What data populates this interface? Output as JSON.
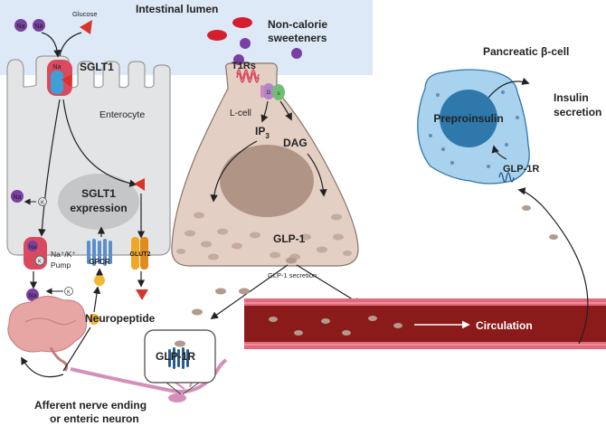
{
  "labels": {
    "lumen": "Intestinal lumen",
    "na": "Na",
    "glucose": "Glucose",
    "sglt1": "SGLT1",
    "sweet1": "Non-calorie",
    "sweet2": "sweeteners",
    "t1rs": "T1Rs",
    "lcell": "L-cell",
    "ip": "IP",
    "ip_sub": "3",
    "dag": "DAG",
    "enterocyte": "Enterocyte",
    "expr1": "SGLT1",
    "expr2": "expression",
    "glp1": "GLP-1",
    "secretion": "GLP-1 secretion",
    "pump1": "Na⁺/K⁺",
    "pump2": "Pump",
    "k": "K",
    "gpcr": "GPCR",
    "glut2": "GLUT2",
    "neuropeptide": "Neuropeptide",
    "circulation": "Circulation",
    "glp1r": "GLP-1R",
    "afferent1": "Afferent nerve ending",
    "afferent2": "or enteric neuron",
    "pancreas": "Pancreatic β-cell",
    "preproinsulin": "Preproinsulin",
    "insulin1": "Insulin",
    "insulin2": "secretion",
    "g_letter": "G",
    "s_letter": "s"
  },
  "colors": {
    "lumen_bg": "#dde9f7",
    "enterocyte": "#e3e4e5",
    "lcell": "#e4cfc4",
    "nucleus": "#b09587",
    "sodium": "#7a3fa2",
    "glucose": "#d8342c",
    "sweetener_red": "#d51f2f",
    "receptor": "#d94a5e",
    "beta_cell": "#a9d2ee",
    "beta_nucleus": "#2f78ac",
    "vessel": "#8b1a1a",
    "vessel_edge": "#e3697a",
    "granule": "#b29a8e",
    "nerve": "#d38fb8",
    "brain": "#e7a6a3",
    "neuropeptide": "#f2b632",
    "glut2": "#f0a726",
    "gpcr": "#5a8fc8"
  }
}
